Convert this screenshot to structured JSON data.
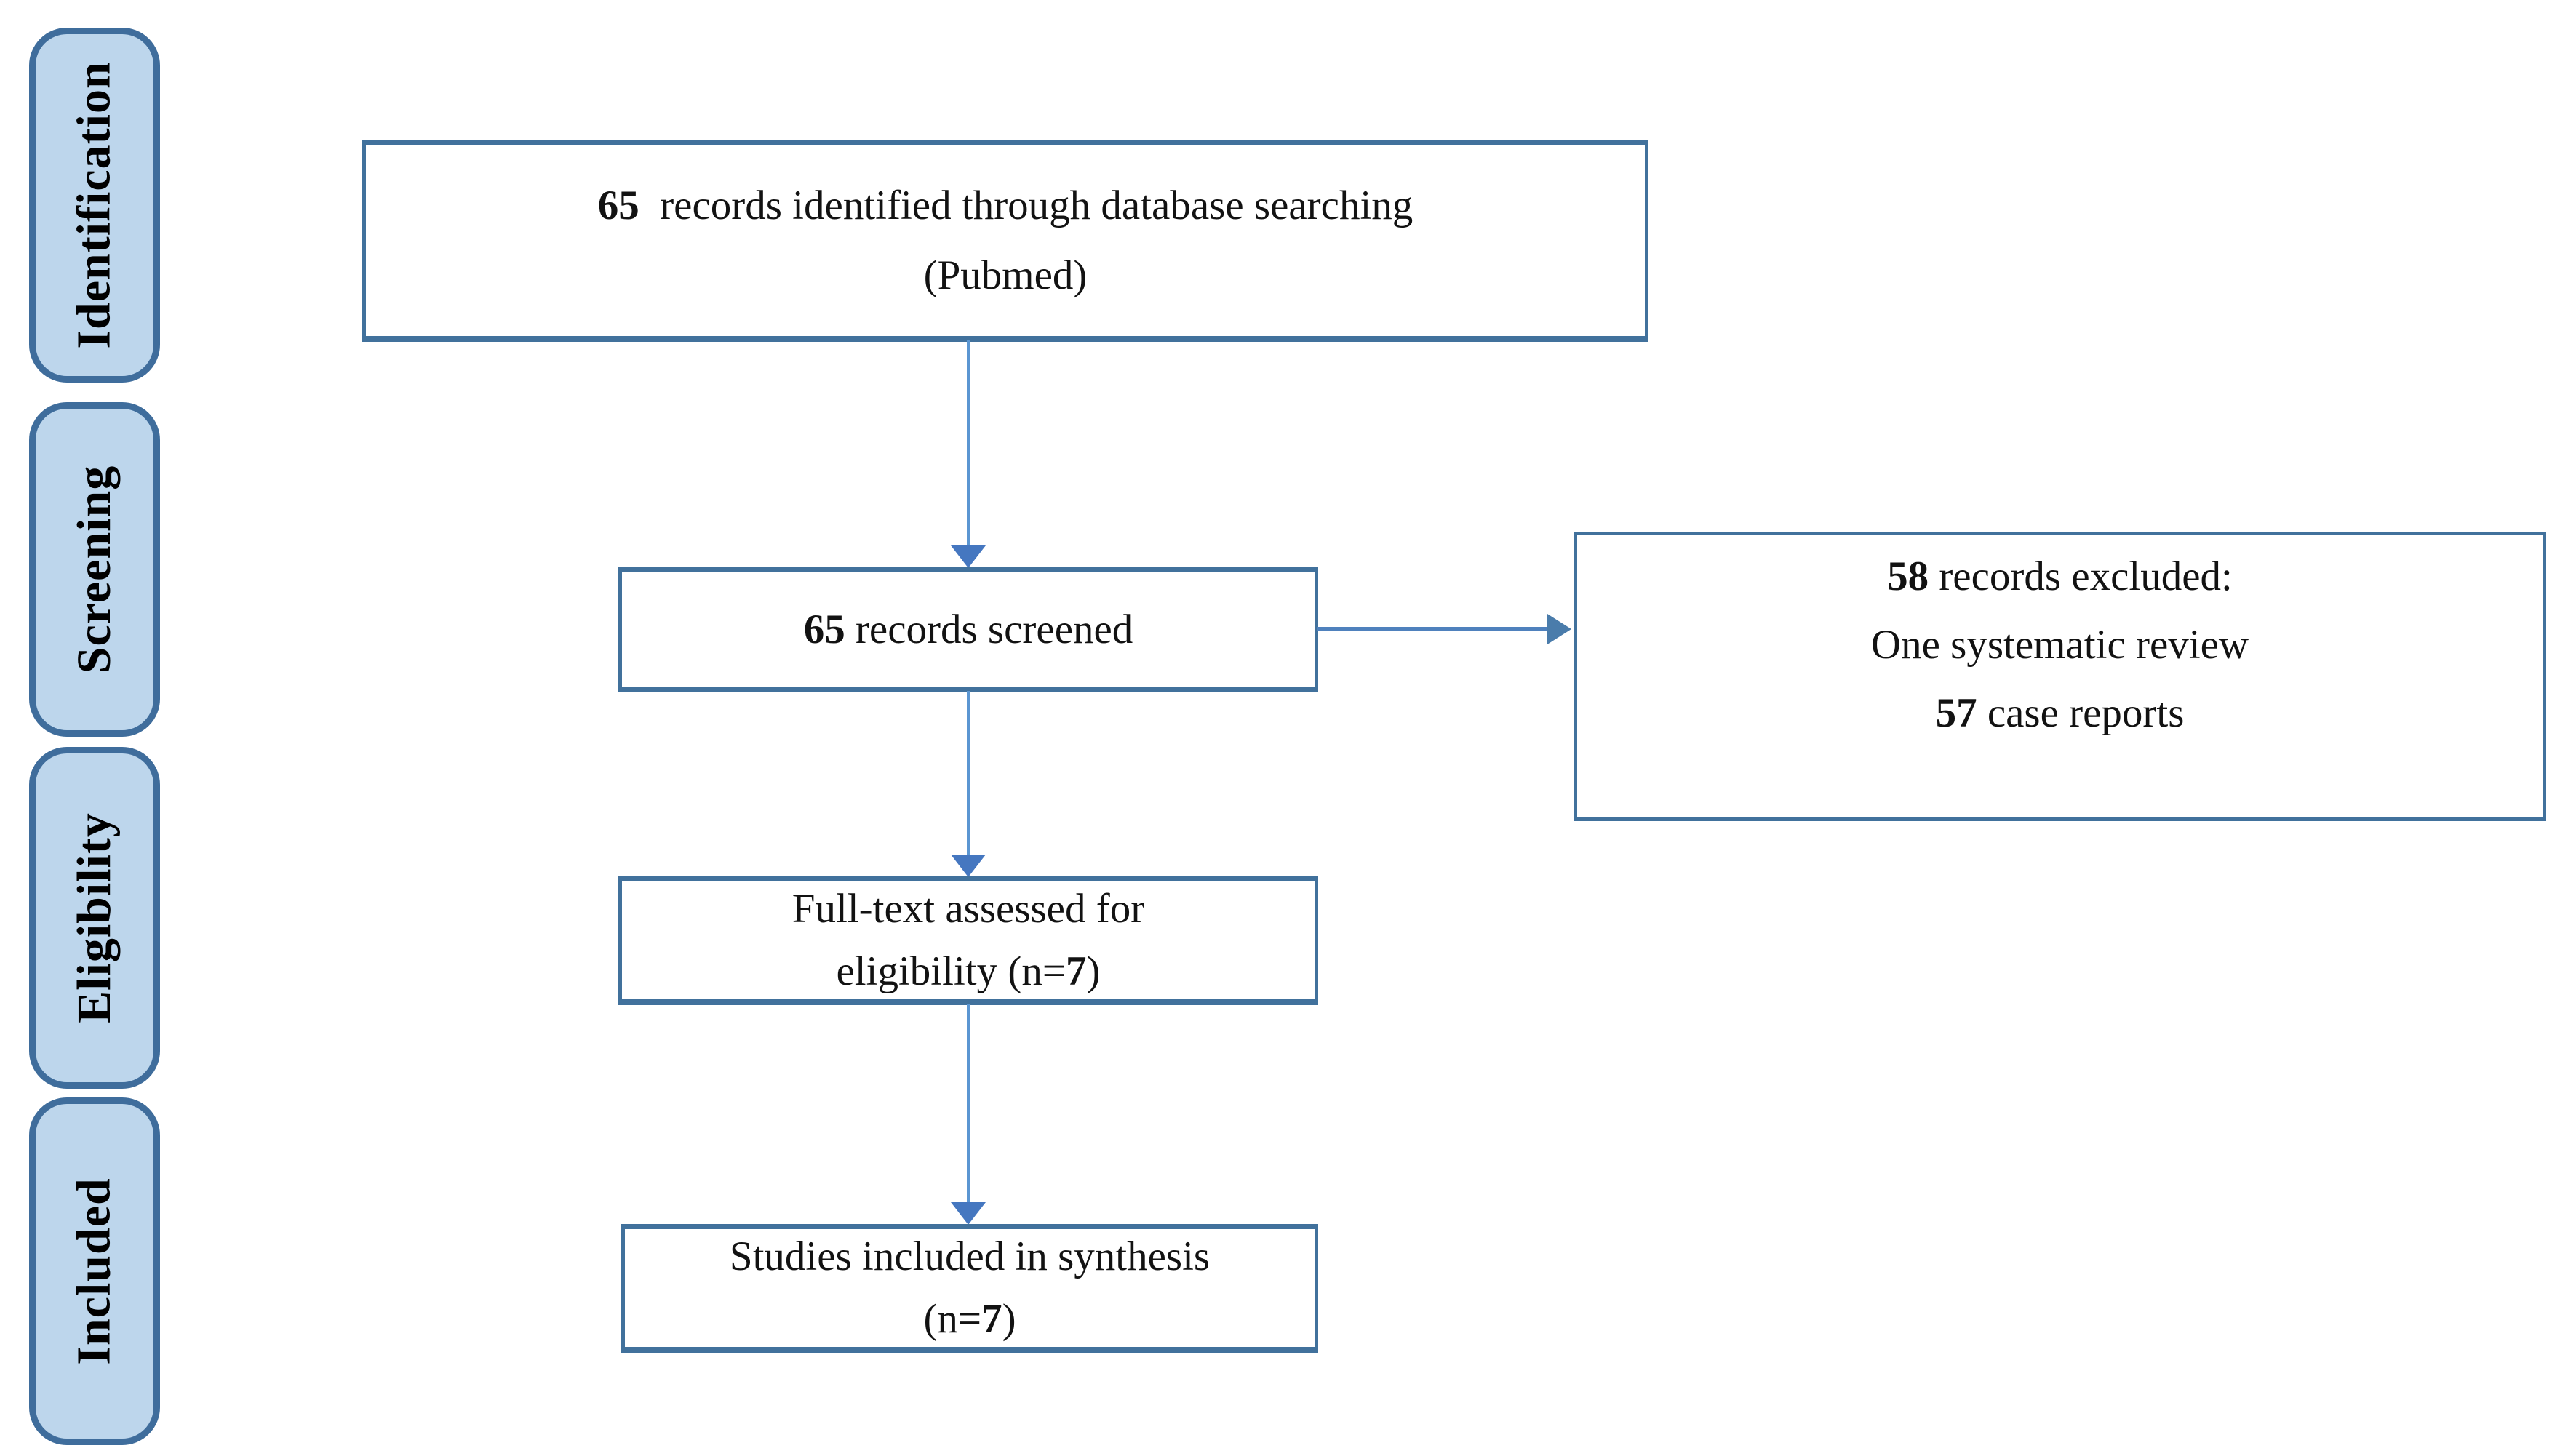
{
  "diagram_type": "prisma-flow",
  "stages": [
    {
      "label": "Identification"
    },
    {
      "label": "Screening"
    },
    {
      "label": "Eligibility"
    },
    {
      "label": "Included"
    }
  ],
  "boxes": {
    "identified": {
      "count": "65",
      "label": "  records identified through database searching",
      "source": "(Pubmed)"
    },
    "screened": {
      "count": "65",
      "label": " records screened"
    },
    "excluded": {
      "count": "58",
      "label": " records excluded:",
      "reason1": "One systematic review",
      "reason2_count": "57",
      "reason2_label": " case reports"
    },
    "fulltext": {
      "line1": "Full-text assessed for",
      "line2_pre": "eligibility (n=",
      "n": "7",
      "line2_post": ")"
    },
    "included_studies": {
      "line1": "Studies included in synthesis",
      "line2_pre": "(n=",
      "n": "7",
      "line2_post": ")"
    }
  },
  "colors": {
    "stage_fill": "#bdd6ec",
    "stage_border": "#3f6d9c",
    "box_border": "#41719c",
    "arrow_line": "#5b96d2",
    "arrow_head": "#4577c0",
    "text": "#121212",
    "background": "#ffffff"
  }
}
